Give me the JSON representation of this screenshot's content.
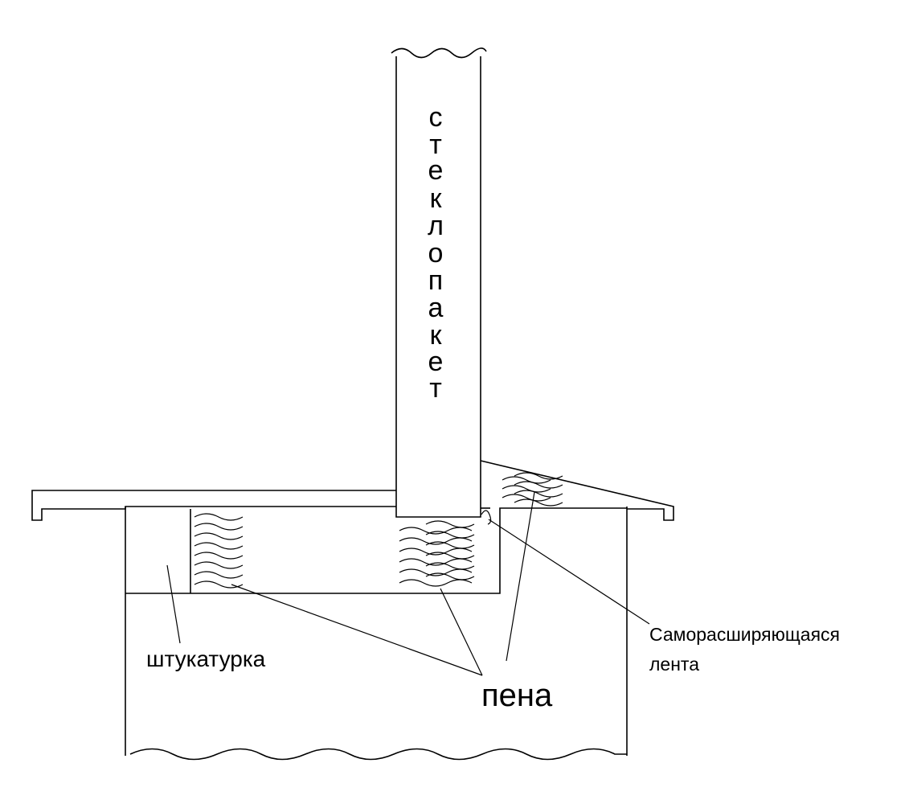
{
  "labels": {
    "glass_unit_letters": [
      "с",
      "т",
      "е",
      "к",
      "л",
      "о",
      "п",
      "а",
      "к",
      "е",
      "т"
    ],
    "plaster": "штукатурка",
    "foam": "пена",
    "tape_line1": "Саморасширяющаяся",
    "tape_line2": "лента"
  }
}
